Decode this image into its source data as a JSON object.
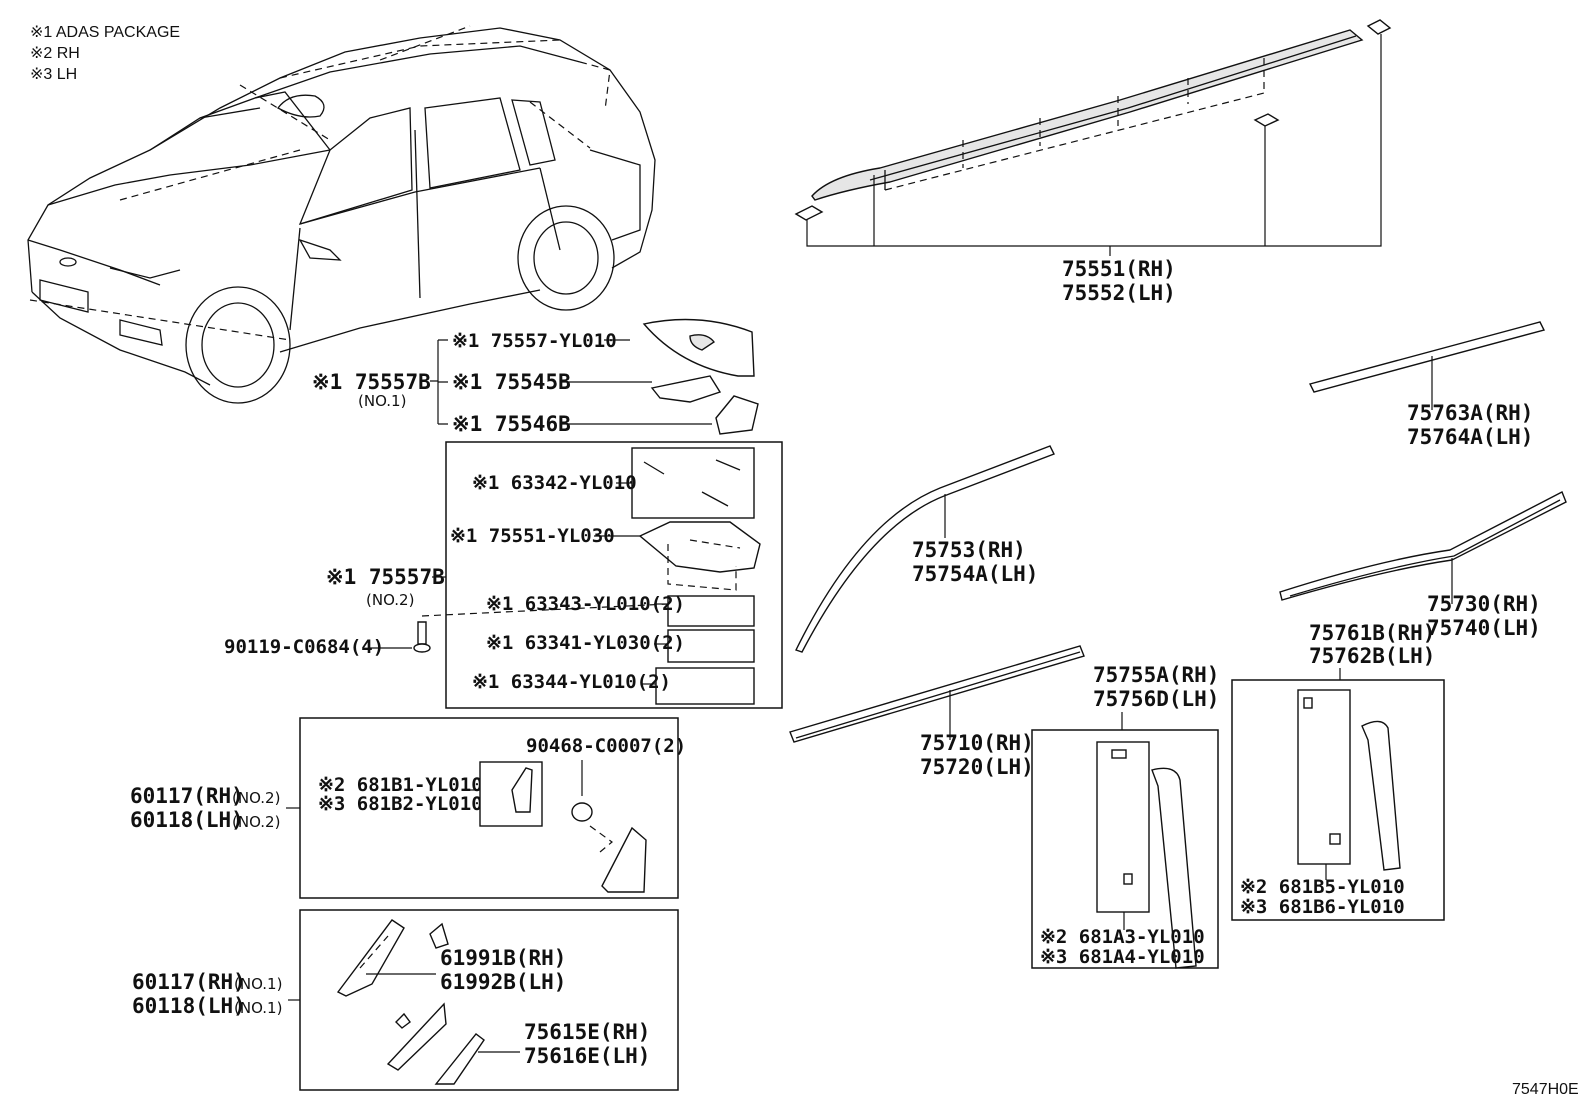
{
  "legend": [
    "※1 ADAS PACKAGE",
    "※2 RH",
    "※3 LH"
  ],
  "diagram_code": "7547H0E",
  "callouts": {
    "roof_rh": "75551(RH)",
    "roof_lh": "75552(LH)",
    "mould_763": "75763A(RH)",
    "mould_764": "75764A(LH)",
    "mould_753": "75753(RH)",
    "mould_754": "75754A(LH)",
    "mould_730": "75730(RH)",
    "mould_740": "75740(LH)",
    "mould_710": "75710(RH)",
    "mould_720": "75720(LH)",
    "mould_755": "75755A(RH)",
    "mould_756": "75756D(LH)",
    "mould_761": "75761B(RH)",
    "mould_762": "75762B(LH)",
    "kit1_main": "※1 75557B",
    "kit1_sub": "(NO.1)",
    "kit1_a": "※1 75557-YL010",
    "kit1_b": "※1 75545B",
    "kit1_c": "※1 75546B",
    "kit2_main": "※1 75557B",
    "kit2_sub": "(NO.2)",
    "kit2_a": "※1 63342-YL010",
    "kit2_b": "※1 75551-YL030",
    "kit2_c": "※1 63343-YL010(2)",
    "kit2_d": "※1 63341-YL030(2)",
    "kit2_e": "※1 63344-YL010(2)",
    "screw": "90119-C0684(4)",
    "clip": "90468-C0007(2)",
    "m2_rh": "60117(RH)",
    "m2_rh_sub": "(NO.2)",
    "m2_lh": "60118(LH)",
    "m2_lh_sub": "(NO.2)",
    "m2_a": "※2 681B1-YL010",
    "m2_b": "※3 681B2-YL010",
    "m1_rh": "60117(RH)",
    "m1_rh_sub": "(NO.1)",
    "m1_lh": "60118(LH)",
    "m1_lh_sub": "(NO.1)",
    "p61991": "61991B(RH)",
    "p61992": "61992B(LH)",
    "p75615": "75615E(RH)",
    "p75616": "75616E(LH)",
    "b5": "※2 681B5-YL010",
    "b6": "※3 681B6-YL010",
    "a3": "※2 681A3-YL010",
    "a4": "※3 681A4-YL010"
  }
}
